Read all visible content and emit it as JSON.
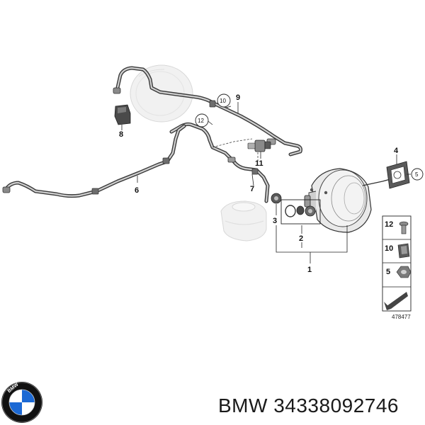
{
  "diagram": {
    "callouts": {
      "c1": "1",
      "c2": "2",
      "c3": "3",
      "c4": "4",
      "c5": "5",
      "c6": "6",
      "c7": "7",
      "c8": "8",
      "c9": "9",
      "c10": "10",
      "c11": "11",
      "c12": "12"
    },
    "legend": [
      {
        "number": "12",
        "icon": "screw-icon"
      },
      {
        "number": "10",
        "icon": "clip-icon"
      },
      {
        "number": "5",
        "icon": "nut-icon"
      }
    ],
    "document_number": "478477"
  },
  "footer": {
    "brand": "BMW",
    "part_number": "BMW 34338092746"
  },
  "colors": {
    "pipe": "#3a3a3a",
    "ghost": "#f1f1f1",
    "logo_blue": "#1c69d4",
    "logo_ring": "#111111"
  }
}
